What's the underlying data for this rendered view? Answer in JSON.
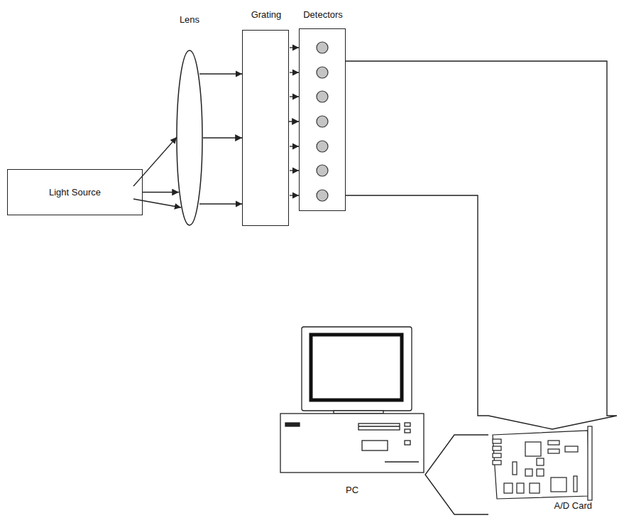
{
  "diagram": {
    "nodes": [
      {
        "text": [
          "Light Source"
        ]
      },
      {
        "text": [
          "Lens"
        ]
      },
      {
        "text": [
          "Grating"
        ]
      },
      {
        "text": [
          "Detectors"
        ]
      },
      {
        "text": [
          "A/D Card"
        ]
      },
      {
        "text": [
          "PC"
        ]
      }
    ],
    "edges": [
      {
        "from": 0,
        "to": 1,
        "arrow": "to"
      },
      {
        "from": 1,
        "to": 2,
        "arrow": "to"
      },
      {
        "from": 2,
        "to": 3,
        "arrow": "to"
      },
      {
        "from": 3,
        "to": 4,
        "arrow": "to"
      },
      {
        "from": 4,
        "to": 5,
        "arrow": "to"
      }
    ]
  }
}
